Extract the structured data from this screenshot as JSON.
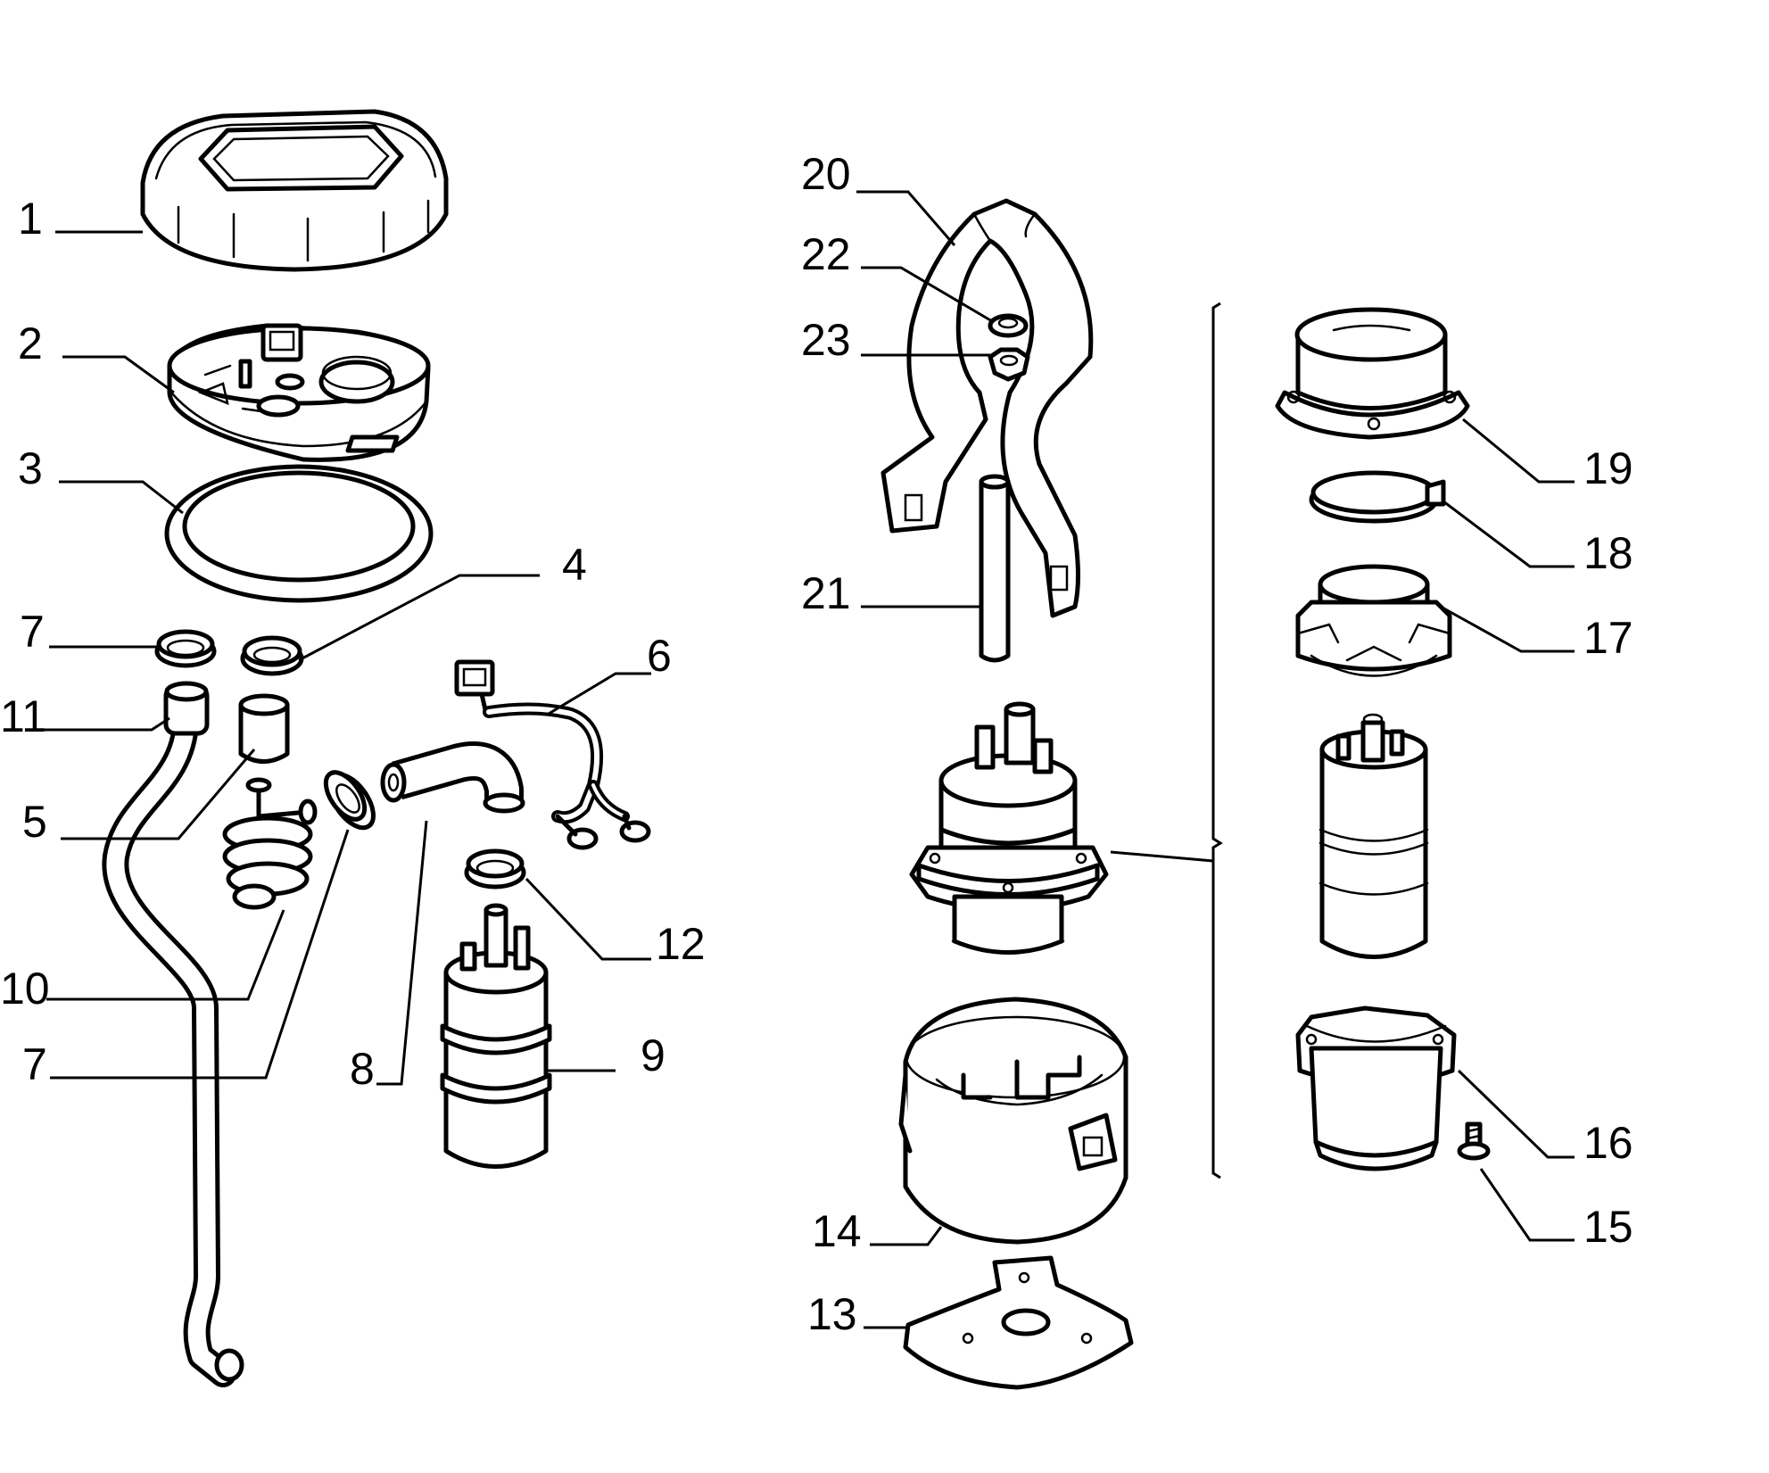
{
  "callouts": [
    {
      "id": "c1",
      "label": "1"
    },
    {
      "id": "c2",
      "label": "2"
    },
    {
      "id": "c3",
      "label": "3"
    },
    {
      "id": "c4",
      "label": "4"
    },
    {
      "id": "c5",
      "label": "5"
    },
    {
      "id": "c6",
      "label": "6"
    },
    {
      "id": "c7a",
      "label": "7"
    },
    {
      "id": "c7b",
      "label": "7"
    },
    {
      "id": "c8",
      "label": "8"
    },
    {
      "id": "c9",
      "label": "9"
    },
    {
      "id": "c10",
      "label": "10"
    },
    {
      "id": "c11",
      "label": "11"
    },
    {
      "id": "c12",
      "label": "12"
    },
    {
      "id": "c13",
      "label": "13"
    },
    {
      "id": "c14",
      "label": "14"
    },
    {
      "id": "c15",
      "label": "15"
    },
    {
      "id": "c16",
      "label": "16"
    },
    {
      "id": "c17",
      "label": "17"
    },
    {
      "id": "c18",
      "label": "18"
    },
    {
      "id": "c19",
      "label": "19"
    },
    {
      "id": "c20",
      "label": "20"
    },
    {
      "id": "c21",
      "label": "21"
    },
    {
      "id": "c22",
      "label": "22"
    },
    {
      "id": "c23",
      "label": "23"
    }
  ]
}
